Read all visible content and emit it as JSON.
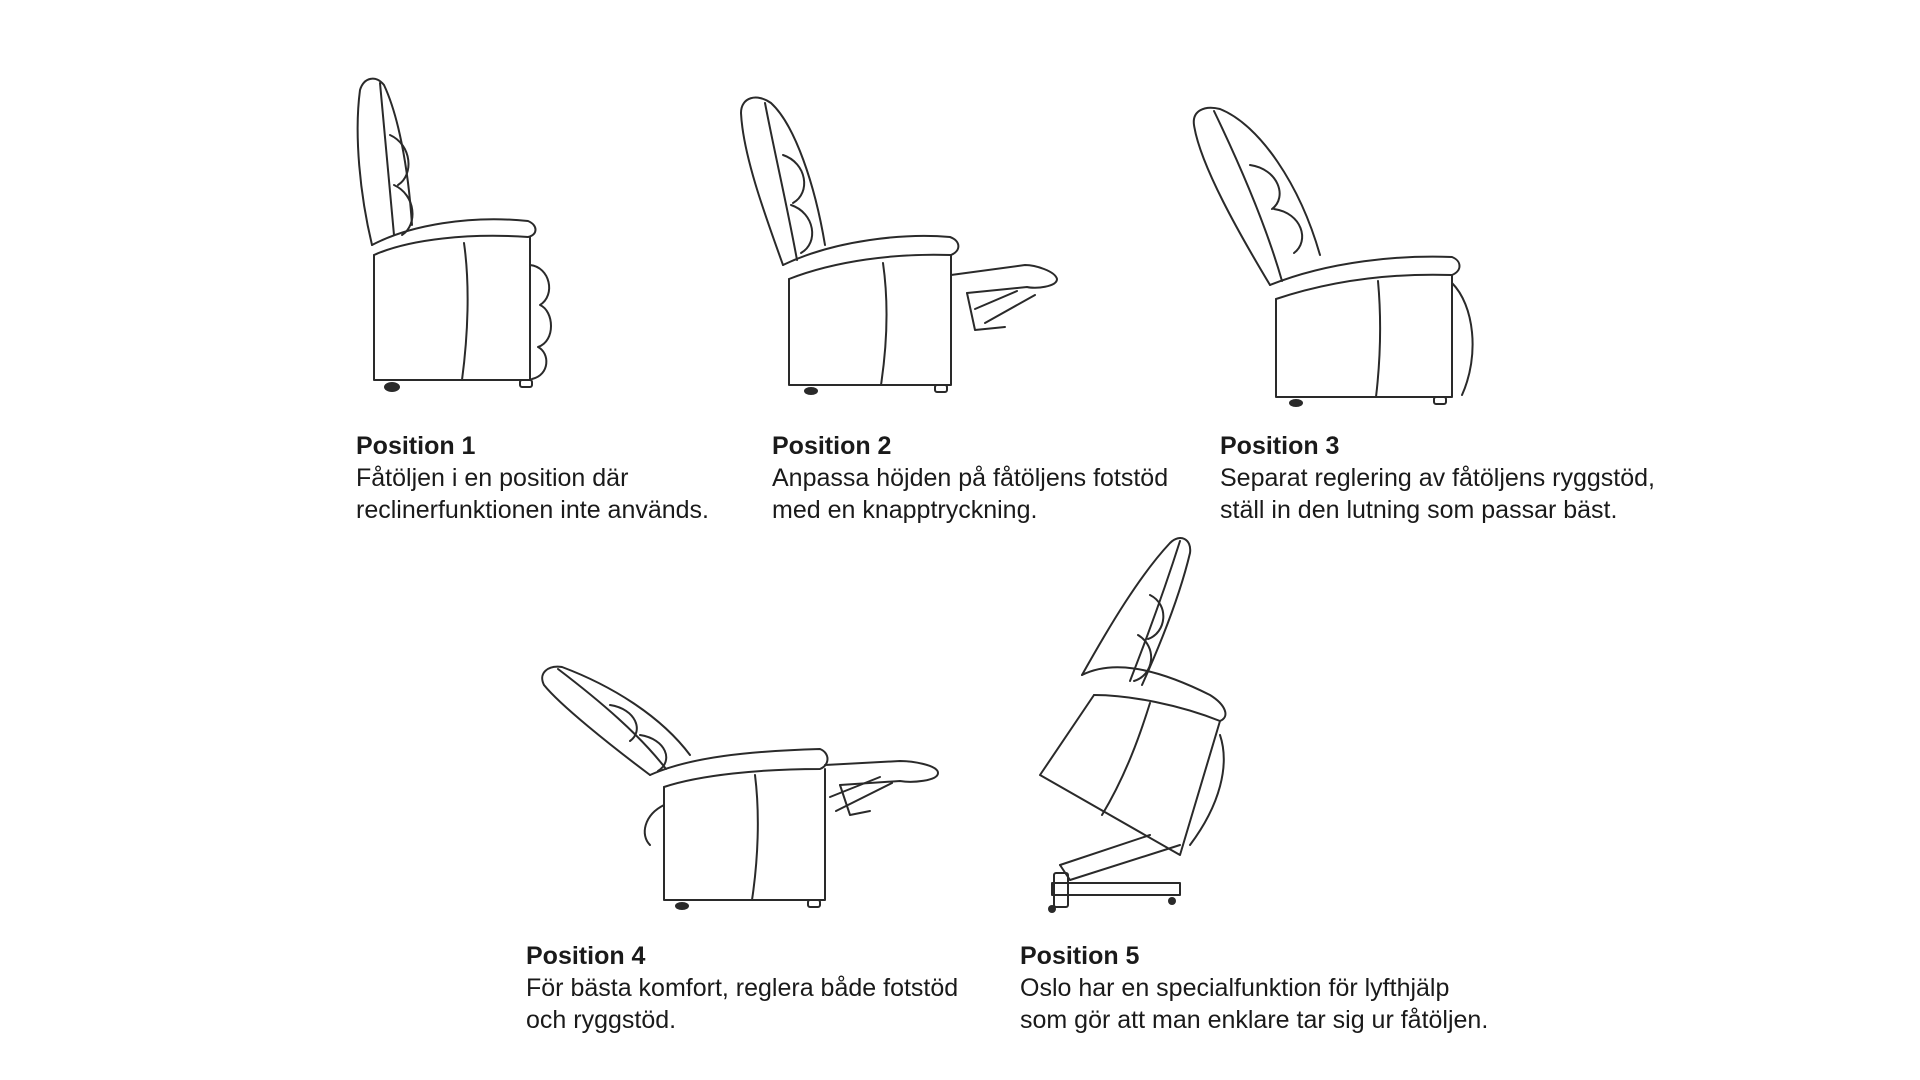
{
  "positions": [
    {
      "title": "Position 1",
      "lines": [
        "Fåtöljen i en position där",
        "reclinerfunktionen inte används."
      ]
    },
    {
      "title": "Position 2",
      "lines": [
        "Anpassa höjden på fåtöljens fotstöd",
        "med en knapptryckning."
      ]
    },
    {
      "title": "Position 3",
      "lines": [
        "Separat reglering av fåtöljens ryggstöd,",
        "ställ in den lutning som passar bäst."
      ]
    },
    {
      "title": "Position 4",
      "lines": [
        "För bästa komfort, reglera både fotstöd",
        "och ryggstöd."
      ]
    },
    {
      "title": "Position 5",
      "lines": [
        "Oslo har en specialfunktion för lyfthjälp",
        "som gör att man enklare tar sig ur fåtöljen."
      ]
    }
  ]
}
